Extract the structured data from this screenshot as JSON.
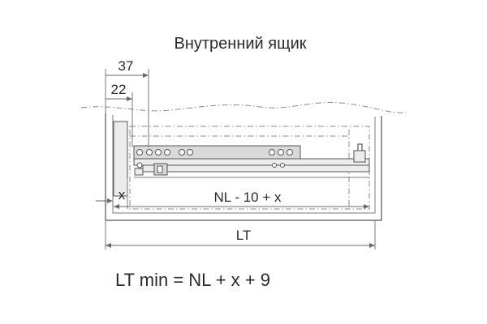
{
  "title": "Внутренний ящик",
  "dimensions": {
    "d37": "37",
    "d22": "22",
    "x": "x",
    "nl": "NL - 10 + x",
    "lt": "LT"
  },
  "formula": "LT min = NL + x + 9",
  "colors": {
    "line": "#555555",
    "text": "#2b2b2b",
    "fill": "#d9d9d9"
  }
}
